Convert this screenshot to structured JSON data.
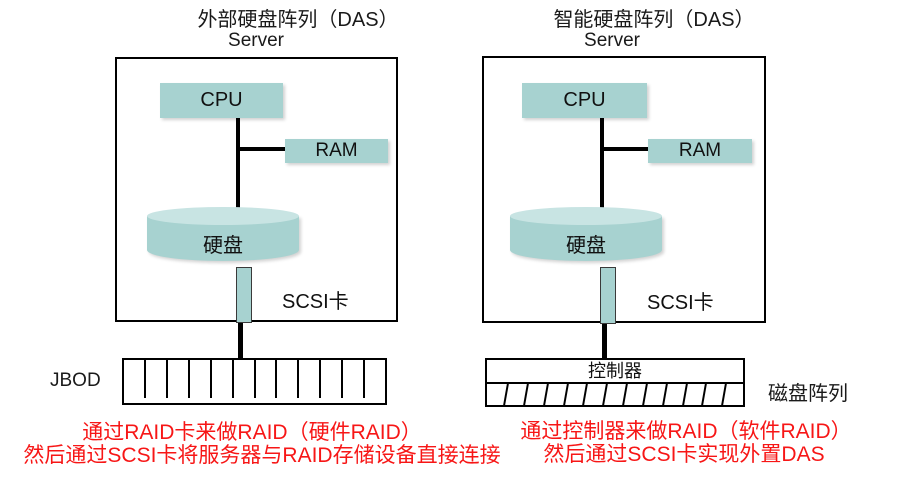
{
  "colors": {
    "component_fill": "#a7d2d0",
    "cylinder_top": "#c8e4e3",
    "note_red": "#f71616",
    "line_black": "#000000"
  },
  "panels": {
    "left": {
      "title": "外部硬盘阵列（DAS）",
      "server_label": "Server",
      "cpu_label": "CPU",
      "ram_label": "RAM",
      "disk_label": "硬盘",
      "scsi_label": "SCSI卡",
      "storage_label": "JBOD",
      "slot_count": 12,
      "notes": [
        "通过RAID卡来做RAID（硬件RAID）",
        "然后通过SCSI卡将服务器与RAID存储设备直接连接"
      ]
    },
    "right": {
      "title": "智能硬盘阵列（DAS）",
      "server_label": "Server",
      "cpu_label": "CPU",
      "ram_label": "RAM",
      "disk_label": "硬盘",
      "scsi_label": "SCSI卡",
      "controller_label": "控制器",
      "storage_label": "磁盘阵列",
      "slot_count": 13,
      "notes": [
        "通过控制器来做RAID（软件RAID）",
        "然后通过SCSI卡实现外置DAS"
      ]
    }
  }
}
